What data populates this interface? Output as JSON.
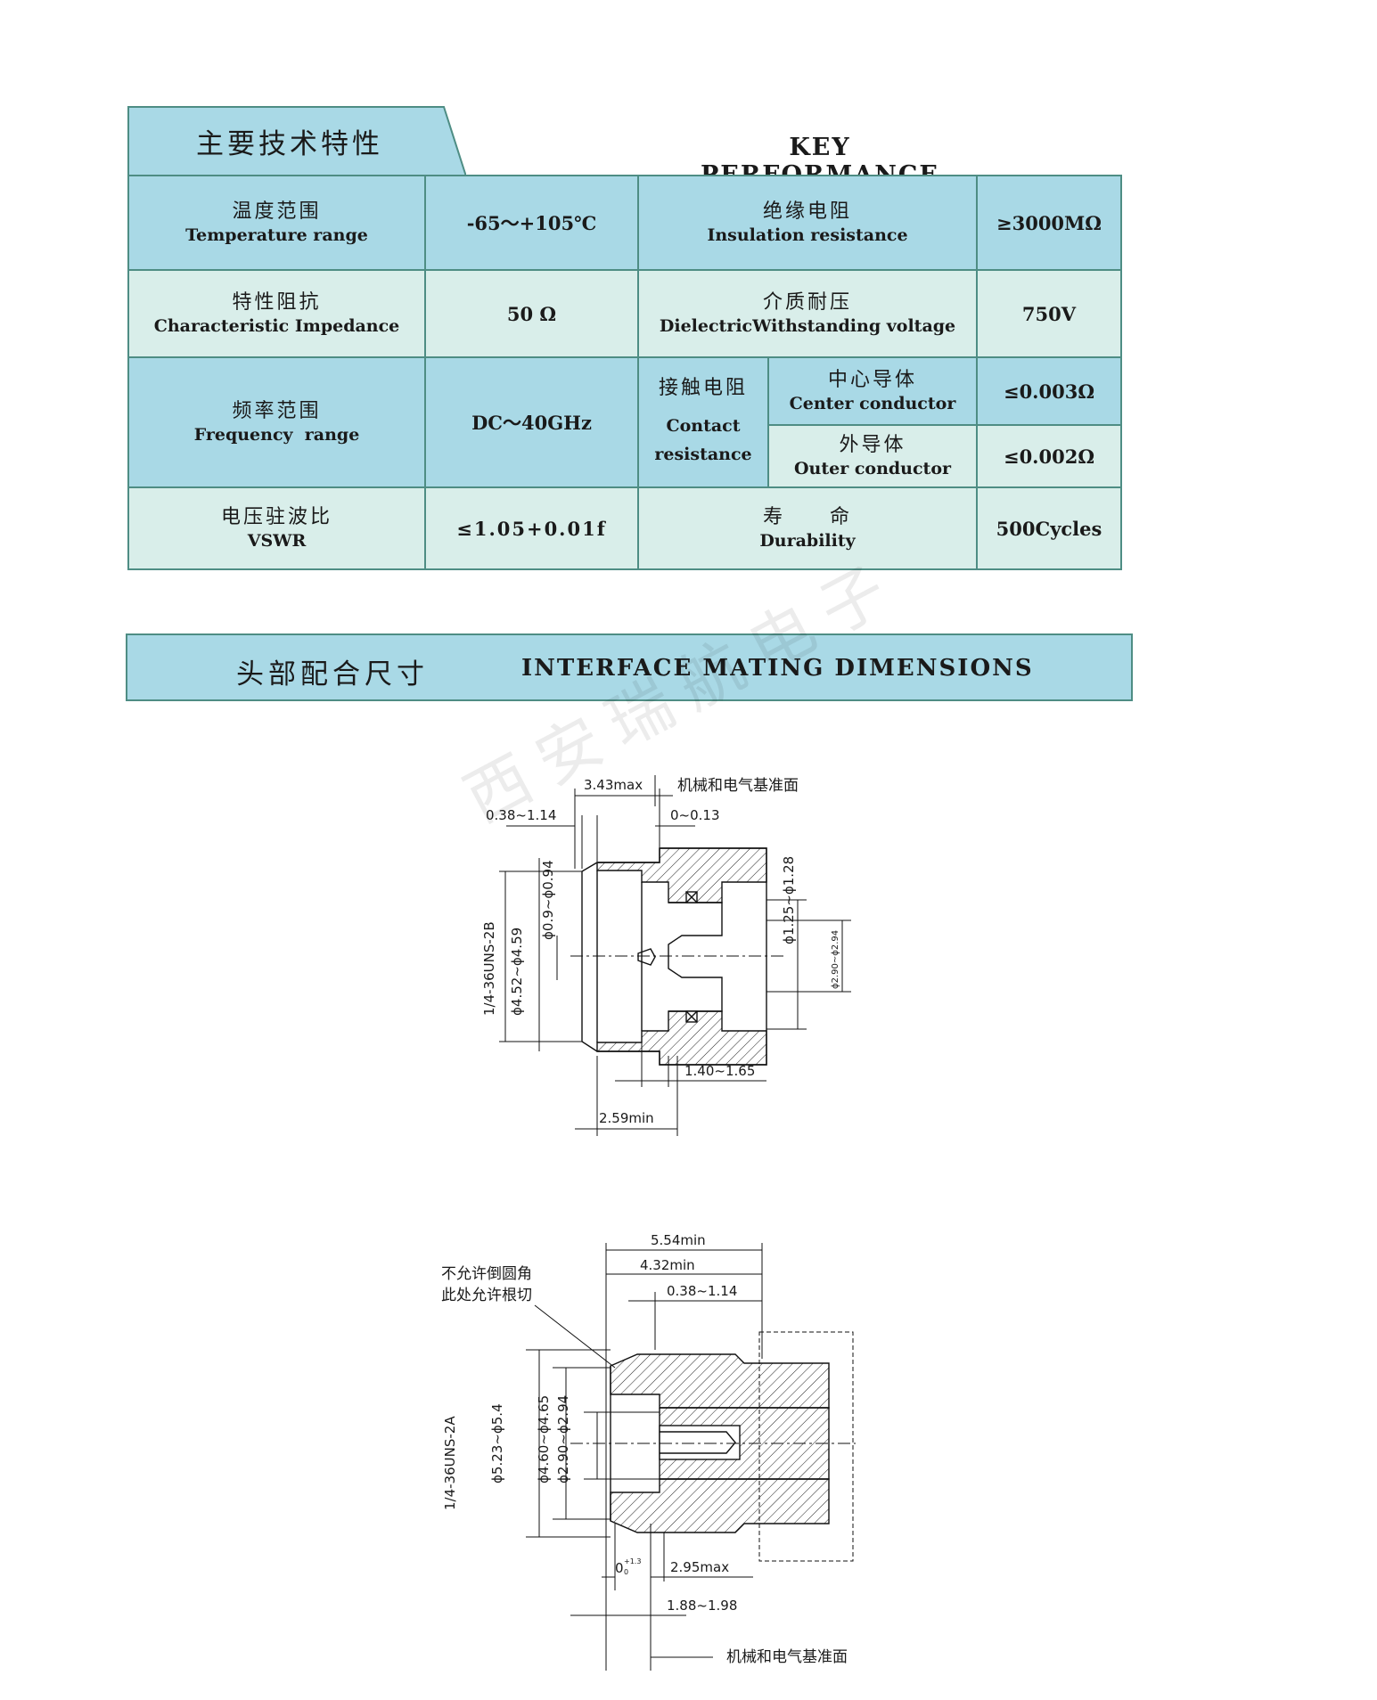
{
  "key_performance": {
    "title_cn": "主要技术特性",
    "title_en": "KEY PERFORMANCE",
    "rows": {
      "temperature": {
        "label_cn": "温度范围",
        "label_en": "Temperature range",
        "value": "-65～+105℃"
      },
      "insulation": {
        "label_cn": "绝缘电阻",
        "label_en": "Insulation resistance",
        "value": "≥3000MΩ"
      },
      "impedance": {
        "label_cn": "特性阻抗",
        "label_en": "Characteristic Impedance",
        "value": "50 Ω"
      },
      "dielectric": {
        "label_cn": "介质耐压",
        "label_en": "DielectricWithstanding voltage",
        "value": "750V"
      },
      "frequency": {
        "label_cn": "频率范围",
        "label_en": "Frequency  range",
        "value": "DC～40GHz"
      },
      "contact": {
        "label_cn": "接触电阻",
        "label_en_1": "Contact",
        "label_en_2": "resistance",
        "center_cn": "中心导体",
        "center_en": "Center conductor",
        "center_value": "≤0.003Ω",
        "outer_cn": "外导体",
        "outer_en": "Outer conductor",
        "outer_value": "≤0.002Ω"
      },
      "vswr": {
        "label_cn": "电压驻波比",
        "label_en": "VSWR",
        "value": "≤1.05+0.01f"
      },
      "durability": {
        "label_cn": "寿　　命",
        "label_en": "Durability",
        "value": "500Cycles"
      }
    }
  },
  "interface": {
    "title_cn": "头部配合尺寸",
    "title_en": "INTERFACE MATING DIMENSIONS"
  },
  "drawing_female": {
    "ref_plane": "机械和电气基准面",
    "d_343": "3.43max",
    "d_038": "0.38~1.14",
    "d_013": "0~0.13",
    "d_094": "ϕ0.9~ϕ0.94",
    "d_thread": "1/4-36UNS-2B",
    "d_459": "ϕ4.52~ϕ4.59",
    "d_128": "ϕ1.25~ϕ1.28",
    "d_294": "ϕ2.90~ϕ2.94",
    "d_140": "1.40~1.65",
    "d_259": "2.59min"
  },
  "drawing_male": {
    "d_554": "5.54min",
    "d_432": "4.32min",
    "d_038": "0.38~1.14",
    "note_1": "不允许倒圆角",
    "note_2": "此处允许根切",
    "d_thread": "1/4-36UNS-2A",
    "d_54": "ϕ5.23~ϕ5.4",
    "d_465": "ϕ4.60~ϕ4.65",
    "d_294": "ϕ2.90~ϕ2.94",
    "d_0": "0",
    "d_0_sup": "+1.3",
    "d_0_sub": "0",
    "d_295": "2.95max",
    "d_188": "1.88~1.98",
    "ref_plane": "机械和电气基准面"
  },
  "watermark": "西安瑞航电子",
  "colors": {
    "header_blue": "#a9d9e6",
    "row_light": "#d9eeea",
    "border": "#4e8d84"
  }
}
